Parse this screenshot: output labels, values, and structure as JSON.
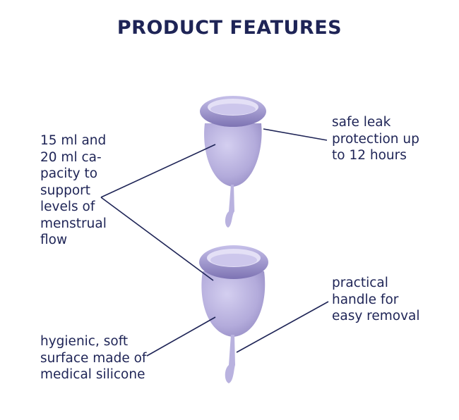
{
  "title": "PRODUCT FEATURES",
  "features": {
    "capacity": "15 ml and\n20 ml ca-\npacity to\nsupport\nlevels of\nmenstrual\nflow",
    "leak": "safe leak\nprotection up\nto 12 hours",
    "handle": "practical\nhandle for\neasy removal",
    "silicone": "hygienic, soft\nsurface made of\nmedical silicone"
  },
  "colors": {
    "navy": "#1e2456",
    "cup": "#b6aedd",
    "cup_dark": "#7d73b3"
  }
}
